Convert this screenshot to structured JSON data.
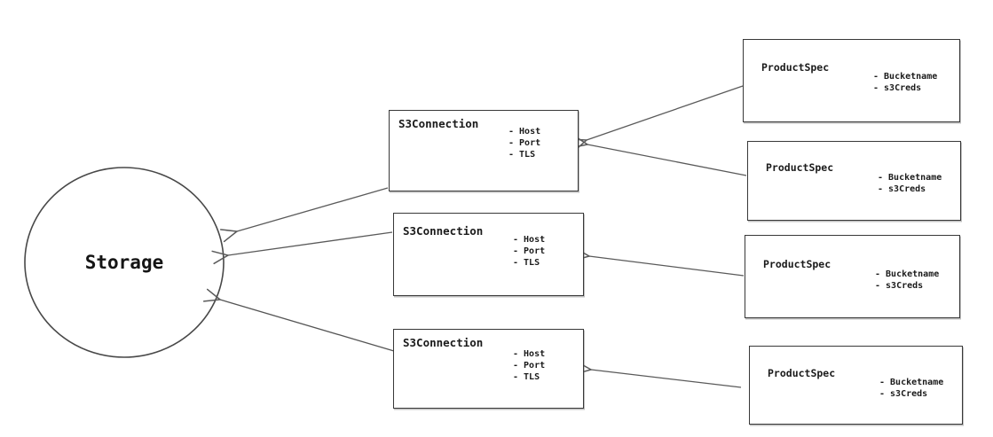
{
  "diagram": {
    "colors": {
      "background": "#ffffff",
      "shape_stroke": "#383838",
      "arrow_stroke": "#5a5a5a",
      "text": "#1b1b1b"
    },
    "storage": {
      "label": "Storage"
    },
    "s3_connections": [
      {
        "title": "S3Connection",
        "attributes": [
          "- Host",
          "- Port",
          "- TLS"
        ]
      },
      {
        "title": "S3Connection",
        "attributes": [
          "- Host",
          "- Port",
          "- TLS"
        ]
      },
      {
        "title": "S3Connection",
        "attributes": [
          "- Host",
          "- Port",
          "- TLS"
        ]
      }
    ],
    "product_specs": [
      {
        "title": "ProductSpec",
        "attributes": [
          "- Bucketname",
          "- s3Creds"
        ]
      },
      {
        "title": "ProductSpec",
        "attributes": [
          "- Bucketname",
          "- s3Creds"
        ]
      },
      {
        "title": "ProductSpec",
        "attributes": [
          "- Bucketname",
          "- s3Creds"
        ]
      },
      {
        "title": "ProductSpec",
        "attributes": [
          "- Bucketname",
          "- s3Creds"
        ]
      }
    ],
    "edges": [
      {
        "from": "product-spec-1",
        "to": "s3-connection-1"
      },
      {
        "from": "product-spec-2",
        "to": "s3-connection-1"
      },
      {
        "from": "product-spec-3",
        "to": "s3-connection-2"
      },
      {
        "from": "product-spec-4",
        "to": "s3-connection-3"
      },
      {
        "from": "s3-connection-1",
        "to": "storage"
      },
      {
        "from": "s3-connection-2",
        "to": "storage"
      },
      {
        "from": "s3-connection-3",
        "to": "storage"
      }
    ]
  }
}
